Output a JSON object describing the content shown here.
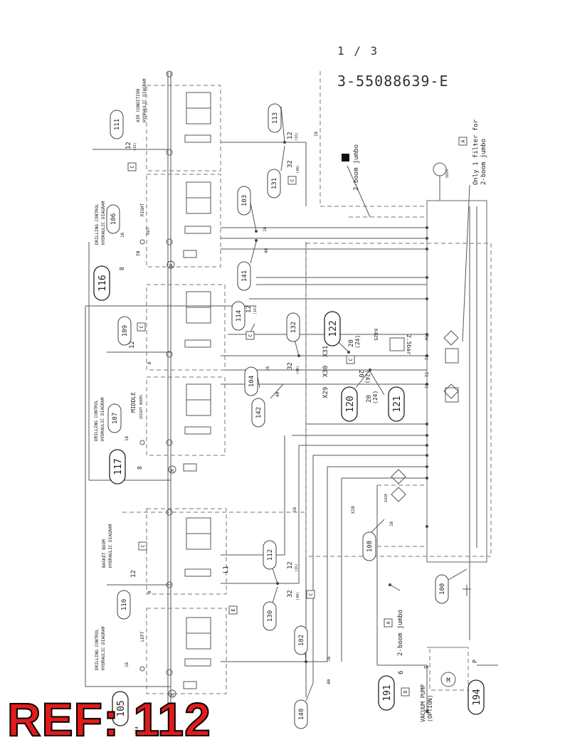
{
  "header": {
    "page": "1 /  3",
    "document_number": "3-55088639-E"
  },
  "watermark": {
    "ref": "REF: 112"
  },
  "diagram_titles": {
    "air_condition": [
      "AIR CONDITION",
      "HYDRAULIC DIAGRAM"
    ],
    "drilling_right": [
      "DRILLING CONTROL",
      "HYDRAULIC DIAGRAM"
    ],
    "drilling_middle": [
      "DRILLING CONTROL",
      "HYDRAULIC DIAGRAM"
    ],
    "basket_boom": [
      "BASKET BOOM",
      "HYDRAULIC DIAGRAM"
    ],
    "drilling_left": [
      "DRILLING CONTROL",
      "HYDRAULIC DIAGRAM"
    ]
  },
  "section_labels": {
    "right": "RIGHT",
    "middle": "MIDDLE",
    "middle_sub": "(RIGHT BOOM)",
    "left": "LEFT"
  },
  "notes": {
    "two_boom": "2-boom jumbo",
    "only_filter": [
      "Only 1 filter for",
      "2-boom jumbo"
    ],
    "vacuum_pump": [
      "VACUUM PUMP",
      "(OPTION)"
    ],
    "pressure": "2.5bar",
    "k425": "K425"
  },
  "connectors": {
    "x29": "X29",
    "x30": "X30",
    "x31": "X31",
    "x28": "X28",
    "x14": "X14",
    "s824": "S824",
    "s420": "S420"
  },
  "callouts_small": [
    "111",
    "113",
    "106",
    "131",
    "103",
    "141",
    "109",
    "114",
    "132",
    "104",
    "142",
    "107",
    "110",
    "112",
    "130",
    "102",
    "140",
    "108",
    "100"
  ],
  "callouts_large": [
    "116",
    "122",
    "120",
    "121",
    "117",
    "105",
    "191",
    "194"
  ],
  "boxed_labels": [
    "A",
    "C",
    "E",
    "D"
  ],
  "pipe_labels": {
    "twelve": "12",
    "twelve_p": "(16)",
    "sixteen": "16",
    "eight": "8",
    "thirty_two": "32",
    "thirty_two_p": "(40)",
    "forty": "40",
    "twenty": "20",
    "twenty_p": "(24)",
    "six": "6"
  },
  "ports": {
    "p": "P",
    "s": "S",
    "in": "IN",
    "out": "OUT",
    "b": "B",
    "l1": "L1",
    "t1": "T1",
    "t2": "T2",
    "t3": "T3",
    "m1": "M1",
    "m": "M"
  }
}
